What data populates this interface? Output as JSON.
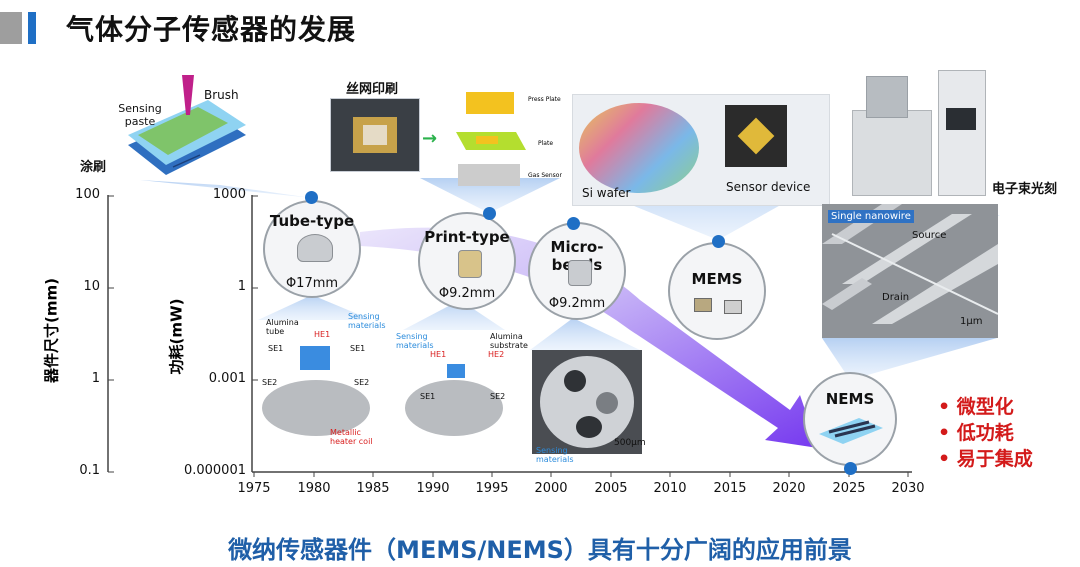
{
  "header": {
    "title": "气体分子传感器的发展"
  },
  "labels": {
    "brush_method": "涂刷",
    "screen_print": "丝网印刷",
    "ebeam": "电子束光刻",
    "brush": "Brush",
    "sensing_paste": "Sensing\npaste",
    "press_plate": "Press Plate",
    "plate": "Plate",
    "gas_sensor": "Gas Sensor",
    "si_wafer": "Si wafer",
    "sensor_device": "Sensor device",
    "single_nanowire": "Single nanowire",
    "source": "Source",
    "drain": "Drain",
    "scale_1um": "1μm",
    "scale_500um": "500μm",
    "sensing_materials": "Sensing\nmaterials",
    "alumina_tube": "Alumina\ntube",
    "alumina_substrate": "Alumina\nsubstrate",
    "metallic_heater": "Metallic\nheater coil",
    "he1": "HE1",
    "he2": "HE2",
    "se1": "SE1",
    "se2": "SE2"
  },
  "axes": {
    "left_label": "器件尺寸(mm)",
    "left_ticks": [
      "100",
      "10",
      "1",
      "0.1"
    ],
    "right_label": "功耗(mW)",
    "right_ticks": [
      "1000",
      "1",
      "0.001",
      "0.000001"
    ],
    "x_ticks": [
      "1975",
      "1980",
      "1985",
      "1990",
      "1995",
      "2000",
      "2005",
      "2010",
      "2015",
      "2020",
      "2025",
      "2030"
    ]
  },
  "stages": [
    {
      "name": "Tube-type",
      "size": "Φ17mm"
    },
    {
      "name": "Print-type",
      "size": "Φ9.2mm"
    },
    {
      "name": "Micro-beads",
      "size": "Φ9.2mm"
    },
    {
      "name": "MEMS",
      "size": ""
    },
    {
      "name": "NEMS",
      "size": ""
    }
  ],
  "bullets": [
    "•  微型化",
    "•  低功耗",
    "•  易于集成"
  ],
  "footer": "微纳传感器件（MEMS/NEMS）具有十分广阔的应用前景",
  "colors": {
    "accent_blue": "#1f6fc5",
    "bullet_red": "#d31a1a",
    "footer_blue": "#1f5fa8",
    "arrow_purple": "#7a3cf0"
  }
}
